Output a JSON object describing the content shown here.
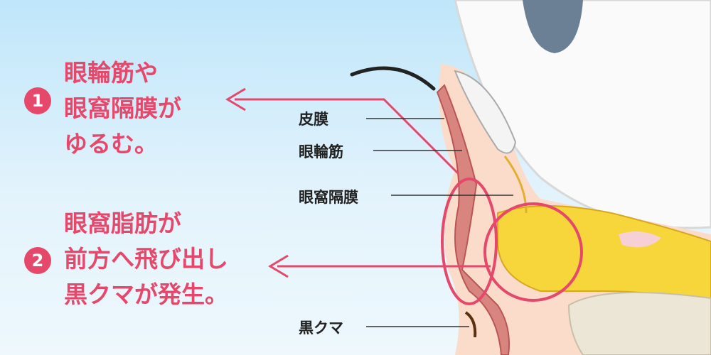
{
  "causes": [
    {
      "number": "1",
      "lines": [
        "眼輪筋や",
        "眼窩隔膜が",
        "ゆるむ。"
      ]
    },
    {
      "number": "2",
      "lines": [
        "眼窩脂肪が",
        "前方へ飛び出し",
        "黒クマが発生。"
      ]
    }
  ],
  "labels": {
    "skin": "皮膜",
    "orbicularis": "眼輪筋",
    "septum": "眼窩隔膜",
    "dark_circle": "黒クマ"
  },
  "colors": {
    "accent": "#e5486b",
    "fat": "#f6d63a",
    "muscle": "#d9857f",
    "bone": "#ebe6d6"
  }
}
